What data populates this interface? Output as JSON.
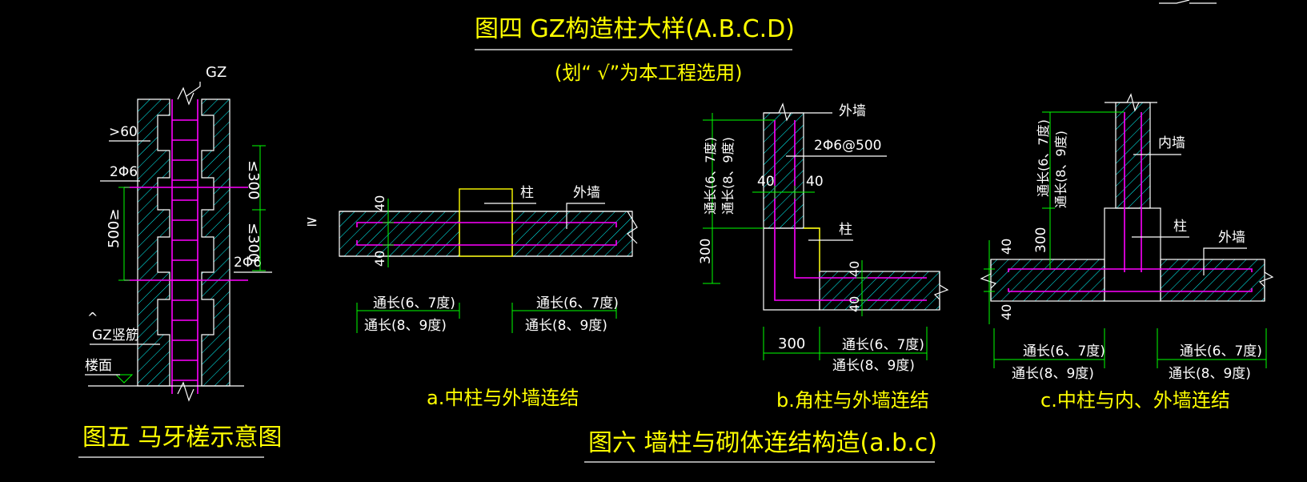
{
  "title_fig4": "图四  GZ构造柱大样(A.B.C.D)",
  "subtitle_fig4": "(划“ √”为本工程选用)",
  "fig5": {
    "title": "图五  马牙槎示意图",
    "gz": "GZ",
    "gt60": ">60",
    "phi6_top": "2Φ6",
    "phi6_bottom": "2Φ6",
    "dim_300_a": "≤300",
    "dim_300_b": "≤300",
    "dim_500": "500≥",
    "gz_bars": "GZ竖筋",
    "floor": "楼面"
  },
  "fig6": {
    "title": "图六  墙柱与砌体连结构造(a.b.c)",
    "a": {
      "caption": "a.中柱与外墙连结",
      "col": "柱",
      "ext_wall": "外墙",
      "d40_top": "40",
      "d40_bot": "40",
      "left_67": "通长(6、7度)",
      "left_89": "通长(8、9度)",
      "right_67": "通长(6、7度)",
      "right_89": "通长(8、9度)",
      "ge": "≥"
    },
    "b": {
      "caption": "b.角柱与外墙连结",
      "ext_wall": "外墙",
      "rebar": "2Φ6@500",
      "d40_l": "40",
      "d40_r": "40",
      "col": "柱",
      "v67": "通长(6、7度)",
      "v89": "通长(8、9度)",
      "d300_v": "300",
      "d300_h": "300",
      "d40_up": "40",
      "d40_dn": "40",
      "h67": "通长(6、7度)",
      "h89": "通长(8、9度)"
    },
    "c": {
      "caption": "c.中柱与内、外墙连结",
      "int_wall": "内墙",
      "col": "柱",
      "ext_wall": "外墙",
      "v67": "通长(6、7度)",
      "v89": "通长(8、9度)",
      "d300": "300",
      "d40_up": "40",
      "d40_dn": "40",
      "left_67": "通长(6、7度)",
      "left_89": "通长(8、9度)",
      "right_67": "通长(6、7度)",
      "right_89": "通长(8、9度)"
    }
  },
  "colors": {
    "background": "#000000",
    "title_text": "#ffff00",
    "label_text": "#ffffff",
    "dimension": "#00ff00",
    "rebar": "#ff00ff",
    "hatch": "#00ffff",
    "outline": "#ffffff",
    "column_outline": "#ffff00"
  }
}
